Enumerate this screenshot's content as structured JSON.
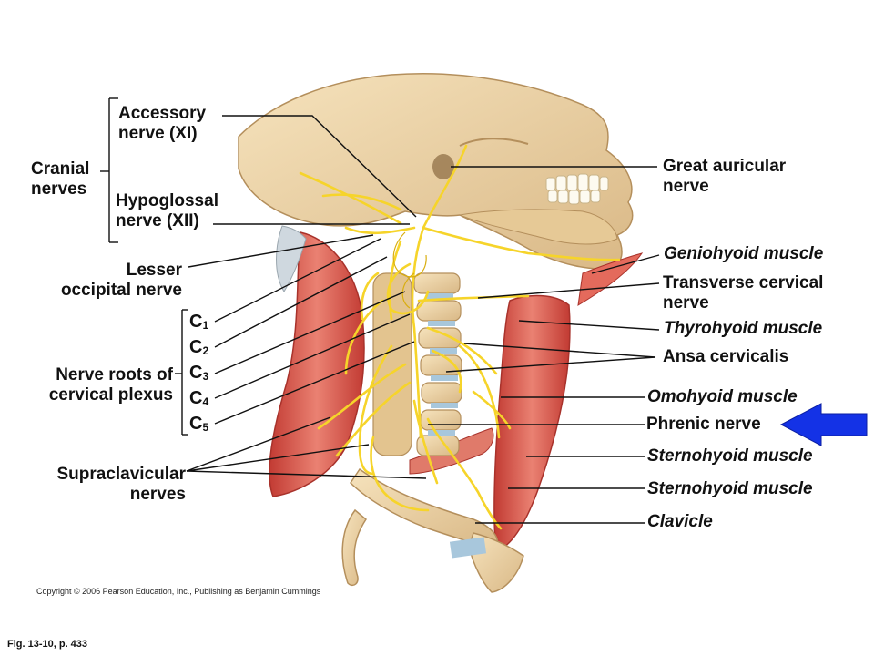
{
  "groups": {
    "cranial": "Cranial\nnerves",
    "nerve_roots": "Nerve roots of\ncervical plexus"
  },
  "labels_left": {
    "accessory": "Accessory\nnerve (XI)",
    "hypoglossal": "Hypoglossal\nnerve (XII)",
    "lesser_occipital": "Lesser\noccipital nerve",
    "supraclavicular": "Supraclavicular\nnerves"
  },
  "cervical_roots": [
    {
      "letter": "C",
      "num": "1"
    },
    {
      "letter": "C",
      "num": "2"
    },
    {
      "letter": "C",
      "num": "3"
    },
    {
      "letter": "C",
      "num": "4"
    },
    {
      "letter": "C",
      "num": "5"
    }
  ],
  "labels_right": {
    "great_auricular": "Great auricular\nnerve",
    "geniohyoid": "Geniohyoid muscle",
    "transverse_cervical": "Transverse cervical\nnerve",
    "thyrohyoid": "Thyrohyoid muscle",
    "ansa_cervicalis": "Ansa cervicalis",
    "omohyoid": "Omohyoid muscle",
    "phrenic": "Phrenic nerve",
    "sternohyoid_1": "Sternohyoid muscle",
    "sternohyoid_2": "Sternohyoid muscle",
    "clavicle": "Clavicle"
  },
  "footer": {
    "copyright": "Copyright © 2006 Pearson Education, Inc., Publishing as Benjamin Cummings",
    "figure_ref": "Fig. 13-10, p. 433"
  },
  "colors": {
    "bone": "#ecd3a6",
    "bone_shadow": "#c9a676",
    "muscle": "#d9534a",
    "muscle_light": "#ef9b8c",
    "nerve": "#f6d42a",
    "nerve_edge": "#c9a012",
    "cartilage": "#a8c7dc",
    "arrow": "#1432e6",
    "leader": "#111111"
  }
}
